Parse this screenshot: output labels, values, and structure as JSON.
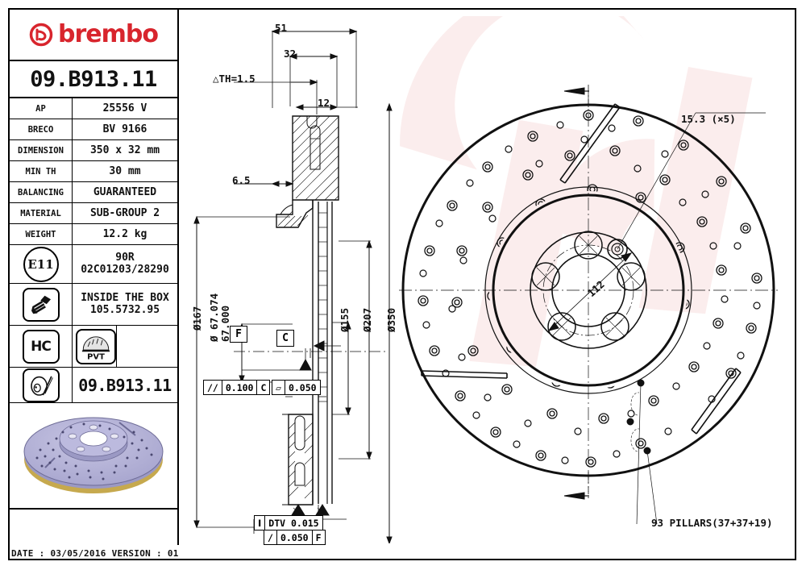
{
  "document": {
    "brand": "brembo",
    "brand_color": "#D8252D",
    "part_code": "09.B913.11",
    "date_line": "DATE : 03/05/2016 VERSION : 01"
  },
  "spec_table": {
    "rows": [
      {
        "label": "AP",
        "value": "25556 V"
      },
      {
        "label": "BRECO",
        "value": "BV 9166"
      },
      {
        "label": "DIMENSION",
        "value": "350 x 32 mm"
      },
      {
        "label": "MIN TH",
        "value": "30 mm"
      },
      {
        "label": "BALANCING",
        "value": "GUARANTEED"
      },
      {
        "label": "MATERIAL",
        "value": "SUB-GROUP 2"
      },
      {
        "label": "WEIGHT",
        "value": "12.2 kg"
      }
    ],
    "homologation": {
      "icon": "e11-circle-icon",
      "badge": "E11",
      "line1": "90R",
      "line2": "02C01203/28290"
    },
    "inside_box": {
      "icon": "screw-icon",
      "line1": "INSIDE THE BOX",
      "line2": "105.5732.95"
    },
    "marks": {
      "hc": "HC",
      "pvt": "PVT"
    },
    "disc_code_row": {
      "icon": "brake-disc-icon",
      "value": "09.B913.11"
    },
    "render": {
      "icon": "brake-disc-3d-render",
      "body_color": "#b0aed4",
      "edge_color": "#c6a94e"
    }
  },
  "section_view": {
    "title": "cross-section",
    "dimensions": {
      "overall_width": "51",
      "hat_width": "32",
      "th_delta": "△TH=1.5",
      "pad_12": "12",
      "offset_65": "6.5",
      "dia_167": "Ø167",
      "bore_upper": "Ø 67.074",
      "bore_lower": "67.000",
      "dia_155": "Ø155",
      "dia_207": "Ø207",
      "dia_350": "Ø350"
    },
    "datums": {
      "f": "F",
      "c": "C"
    },
    "tolerances": [
      {
        "symbol": "//",
        "value": "0.100",
        "datum": "C"
      },
      {
        "symbol": "▱",
        "value": "0.050",
        "datum": ""
      },
      {
        "symbol": "I",
        "value": "DTV 0.015",
        "datum": ""
      },
      {
        "symbol": "/",
        "value": "0.050",
        "datum": "F"
      }
    ]
  },
  "face_view": {
    "labels": {
      "bolt_hole": "15.3 (×5)",
      "pcd": "112",
      "pillars": "93 PILLARS(37+37+19)"
    }
  }
}
